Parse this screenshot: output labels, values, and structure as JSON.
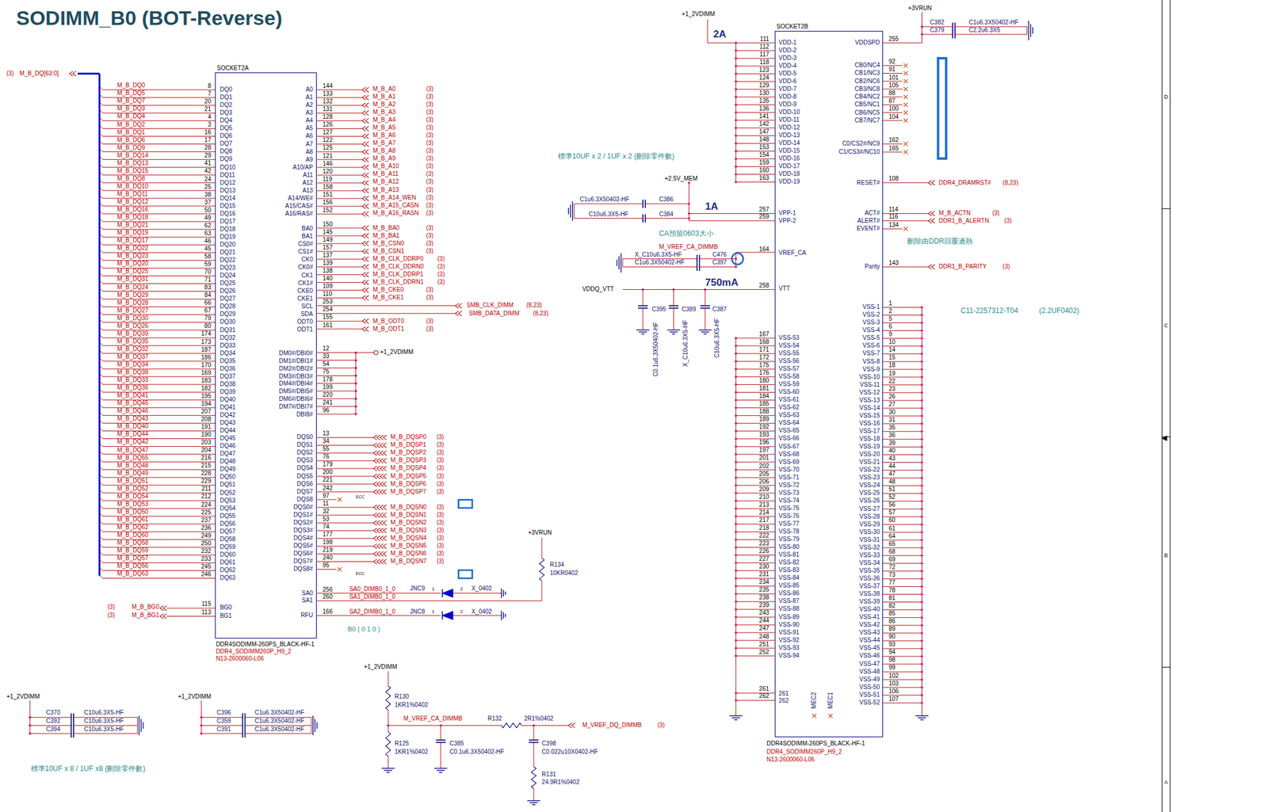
{
  "diagram": {
    "title": "SODIMM_B0 (BOT-Reverse)",
    "nodes": [
      {
        "text": [
          "SOCKET2A"
        ]
      },
      {
        "text": [
          "SOCKET2B"
        ]
      }
    ],
    "labels": [
      "(3)",
      "M_B_DQ[63:0]",
      "M_B_DQ0",
      "M_B_DQ5",
      "M_B_DQ7",
      "M_B_DQ3",
      "M_B_DQ4",
      "M_B_DQ2",
      "M_B_DQ1",
      "M_B_DQ6",
      "M_B_DQ9",
      "M_B_DQ14",
      "M_B_DQ13",
      "M_B_DQ15",
      "M_B_DQ8",
      "M_B_DQ10",
      "M_B_DQ11",
      "M_B_DQ12",
      "M_B_DQ16",
      "M_B_DQ18",
      "M_B_DQ21",
      "M_B_DQ19",
      "M_B_DQ17",
      "M_B_DQ22",
      "M_B_DQ23",
      "M_B_DQ20",
      "M_B_DQ25",
      "M_B_DQ31",
      "M_B_DQ24",
      "M_B_DQ29",
      "M_B_DQ28",
      "M_B_DQ27",
      "M_B_DQ30",
      "M_B_DQ26",
      "M_B_DQ39",
      "M_B_DQ35",
      "M_B_DQ32",
      "M_B_DQ37",
      "M_B_DQ34",
      "M_B_DQ38",
      "M_B_DQ33",
      "M_B_DQ36",
      "M_B_DQ41",
      "M_B_DQ45",
      "M_B_DQ46",
      "M_B_DQ43",
      "M_B_DQ40",
      "M_B_DQ44",
      "M_B_DQ42",
      "M_B_DQ47",
      "M_B_DQ55",
      "M_B_DQ48",
      "M_B_DQ49",
      "M_B_DQ51",
      "M_B_DQ52",
      "M_B_DQ54",
      "M_B_DQ53",
      "M_B_DQ50",
      "M_B_DQ61",
      "M_B_DQ62",
      "M_B_DQ60",
      "M_B_DQ58",
      "M_B_DQ59",
      "M_B_DQ57",
      "M_B_DQ56",
      "M_B_DQ63",
      "8",
      "7",
      "20",
      "21",
      "4",
      "3",
      "16",
      "17",
      "28",
      "29",
      "41",
      "42",
      "24",
      "25",
      "38",
      "37",
      "50",
      "49",
      "62",
      "63",
      "46",
      "45",
      "58",
      "59",
      "70",
      "71",
      "83",
      "84",
      "66",
      "67",
      "79",
      "80",
      "174",
      "173",
      "187",
      "186",
      "170",
      "169",
      "183",
      "182",
      "195",
      "194",
      "207",
      "208",
      "191",
      "190",
      "203",
      "204",
      "216",
      "215",
      "228",
      "229",
      "211",
      "212",
      "224",
      "225",
      "237",
      "236",
      "249",
      "250",
      "232",
      "233",
      "245",
      "246",
      "DQ0",
      "DQ1",
      "DQ2",
      "DQ3",
      "DQ4",
      "DQ5",
      "DQ6",
      "DQ7",
      "DQ8",
      "DQ9",
      "DQ10",
      "DQ11",
      "DQ12",
      "DQ13",
      "DQ14",
      "DQ15",
      "DQ16",
      "DQ17",
      "DQ18",
      "DQ19",
      "DQ20",
      "DQ21",
      "DQ22",
      "DQ23",
      "DQ24",
      "DQ25",
      "DQ26",
      "DQ27",
      "DQ28",
      "DQ29",
      "DQ30",
      "DQ31",
      "DQ32",
      "DQ33",
      "DQ34",
      "DQ35",
      "DQ36",
      "DQ37",
      "DQ38",
      "DQ39",
      "DQ40",
      "DQ41",
      "DQ42",
      "DQ43",
      "DQ44",
      "DQ45",
      "DQ46",
      "DQ47",
      "DQ48",
      "DQ49",
      "DQ50",
      "DQ51",
      "DQ52",
      "DQ53",
      "DQ54",
      "DQ55",
      "DQ56",
      "DQ57",
      "DQ58",
      "DQ59",
      "DQ60",
      "DQ61",
      "DQ62",
      "DQ63",
      "A0",
      "A1",
      "A2",
      "A3",
      "A4",
      "A5",
      "A6",
      "A7",
      "A8",
      "A9",
      "A10/AP",
      "A11",
      "A12",
      "A13",
      "A14/WE#",
      "A15/CAS#",
      "A16/RAS#",
      "144",
      "133",
      "132",
      "131",
      "128",
      "126",
      "127",
      "122",
      "125",
      "121",
      "146",
      "120",
      "119",
      "158",
      "151",
      "156",
      "152",
      "M_B_A0",
      "M_B_A1",
      "M_B_A2",
      "M_B_A3",
      "M_B_A4",
      "M_B_A5",
      "M_B_A6",
      "M_B_A7",
      "M_B_A8",
      "M_B_A9",
      "M_B_A10",
      "M_B_A11",
      "M_B_A12",
      "M_B_A13",
      "M_B_A14_WEN",
      "M_B_A15_CASN",
      "M_B_A16_RASN",
      "(3)",
      "(3)",
      "(3)",
      "(3)",
      "(3)",
      "(3)",
      "(3)",
      "(3)",
      "(3)",
      "(3)",
      "(3)",
      "(3)",
      "(3)",
      "(3)",
      "(3)",
      "(3)",
      "(3)",
      "BA0",
      "BA1",
      "CS0#",
      "CS1#",
      "CK0",
      "CK0#",
      "CK1",
      "CK1#",
      "CKE0",
      "CKE1",
      "SCL",
      "SDA",
      "ODT0",
      "ODT1",
      "150",
      "145",
      "149",
      "157",
      "137",
      "139",
      "138",
      "140",
      "109",
      "110",
      "253",
      "254",
      "155",
      "161",
      "M_B_BA0",
      "M_B_BA1",
      "M_B_CSN0",
      "M_B_CSN1",
      "M_B_CLK_DDRP0",
      "M_B_CLK_DDRN0",
      "M_B_CLK_DDRP1",
      "M_B_CLK_DDRN1",
      "M_B_CKE0",
      "M_B_CKE1",
      "(3)",
      "(3)",
      "(3)",
      "(3)",
      "(3)",
      "(3)",
      "(3)",
      "(3)",
      "(3)",
      "(3)",
      "SMB_CLK_DIMM",
      "(8,23)",
      "SMB_DATA_DIMM",
      "(8,23)",
      "M_B_ODT0",
      "M_B_ODT1",
      "(3)",
      "(3)",
      "DM0#/DBI0#",
      "DM1#/DBI1#",
      "DM2#/DBI2#",
      "DM3#/DBI3#",
      "DM4#/DBI4#",
      "DM5#/DBI5#",
      "DM6#/DBI6#",
      "DM7#/DBI7#",
      "DBI8#",
      "12",
      "33",
      "54",
      "75",
      "178",
      "199",
      "220",
      "241",
      "96",
      "+1_2VDIMM",
      "DQS0",
      "DQS1",
      "DQS2",
      "DQS3",
      "DQS4",
      "DQS5",
      "DQS6",
      "DQS7",
      "DQS8",
      "DQS0#",
      "DQS1#",
      "DQS2#",
      "DQS3#",
      "DQS4#",
      "DQS5#",
      "DQS6#",
      "DQS7#",
      "DQS8#",
      "13",
      "34",
      "55",
      "76",
      "179",
      "200",
      "221",
      "242",
      "97",
      "11",
      "32",
      "53",
      "74",
      "177",
      "198",
      "219",
      "240",
      "95",
      "M_B_DQSP0",
      "M_B_DQSP1",
      "M_B_DQSP2",
      "M_B_DQSP3",
      "M_B_DQSP4",
      "M_B_DQSP5",
      "M_B_DQSP6",
      "M_B_DQSP7",
      "(3)",
      "(3)",
      "(3)",
      "(3)",
      "(3)",
      "(3)",
      "(3)",
      "(3)",
      "ECC",
      "M_B_DQSN0",
      "M_B_DQSN1",
      "M_B_DQSN2",
      "M_B_DQSN3",
      "M_B_DQSN4",
      "M_B_DQSN5",
      "M_B_DQSN6",
      "M_B_DQSN7",
      "(3)",
      "(3)",
      "(3)",
      "(3)",
      "(3)",
      "(3)",
      "(3)",
      "(3)",
      "ECC",
      "SA0",
      "SA1",
      "RFU",
      "256",
      "260",
      "166",
      "SA0_DIMB0_1_0",
      "SA1_DIMB0_1_0",
      "SA2_DIMB0_1_0",
      "JNC9",
      "1",
      "2",
      "X_0402",
      "JNC8",
      "1",
      "2",
      "X_0402",
      "+3VRUN",
      "R134",
      "10KR0402",
      "B0 ( 0 1 0 )",
      "(3)",
      "M_B_BG0",
      "(3)",
      "M_B_BG1",
      "115",
      "113",
      "BG0",
      "BG1",
      "DDR4SODIMM-260PS_BLACK-HF-1",
      "DDR4_SODIMM260P_H9_2",
      "N13-2600060-L06",
      "+1_2VDIMM",
      "C370",
      "C392",
      "C394",
      "C10u6.3X5-HF",
      "C10u6.3X5-HF",
      "C10u6.3X5-HF",
      "+1_2VDIMM",
      "C396",
      "C359",
      "C391",
      "C1u6.3X50402-HF",
      "C1u6.3X50402-HF",
      "C1u6.3X50402-HF",
      "標準10UF x 8 / 1UF x8 (刪除零件數)",
      "+1_2VDIMM",
      "R130",
      "1KR1%0402",
      "M_VREF_CA_DIMMB",
      "R132",
      "2R1%0402",
      "M_VREF_DQ_DIMMB",
      "(3)",
      "R125",
      "1KR1%0402",
      "C385",
      "C0.1u6.3X50402-HF",
      "C398",
      "C0.022u10X0402-HF",
      "R131",
      "24.9R1%0402",
      "+1_2VDIMM",
      "2A",
      "VDD-1",
      "VDD-2",
      "VDD-3",
      "VDD-4",
      "VDD-5",
      "VDD-6",
      "VDD-7",
      "VDD-8",
      "VDD-9",
      "VDD-10",
      "VDD-11",
      "VDD-12",
      "VDD-13",
      "VDD-14",
      "VDD-15",
      "VDD-16",
      "VDD-17",
      "VDD-18",
      "VDD-19",
      "111",
      "112",
      "117",
      "118",
      "123",
      "124",
      "129",
      "130",
      "135",
      "136",
      "141",
      "142",
      "147",
      "148",
      "153",
      "154",
      "159",
      "160",
      "163",
      "VDDSPD",
      "255",
      "+3VRUN",
      "C382",
      "C379",
      "C1u6.3X50402-HF",
      "C2.2u6.3X5",
      "CB0/NC4",
      "CB1/NC3",
      "CB2/NC6",
      "CB3/NC8",
      "CB4/NC2",
      "CB5/NC1",
      "CB6/NC5",
      "CB7/NC7",
      "92",
      "91",
      "101",
      "105",
      "88",
      "87",
      "100",
      "104",
      "C0/CS2#/NC9",
      "C1/CS3#/NC10",
      "162",
      "165",
      "RESET#",
      "108",
      "DDR4_DRAMRST#",
      "(8,23)",
      "標準10UF x 2 / 1UF x 2 (刪除零件數)",
      "+2.5V_MEM",
      "C1u6.3X50402-HF",
      "C386",
      "C10u6.3X5-HF",
      "C384",
      "1A",
      "VPP-1",
      "VPP-2",
      "257",
      "259",
      "CA預留0603大小",
      "ACT#",
      "ALERT#",
      "EVENT#",
      "114",
      "116",
      "134",
      "M_B_ACTN",
      "(3)",
      "DDR1_B_ALERTN",
      "(3)",
      "刪除由DDR回覆過熱",
      "M_VREF_CA_DIMMB",
      "X_C10u6.3X5-HF",
      "C476",
      "C1u6.3X50402-HF",
      "C397",
      "VREF_CA",
      "164",
      "Parity",
      "143",
      "DDR1_B_PARITY",
      "(3)",
      "VDDQ_VTT",
      "750mA",
      "VTT",
      "258",
      "C395",
      "C389",
      "C387",
      "C0.1u6.3X50402-HF",
      "X_C10u6.3X5-HF",
      "C10u6.3X5-HF",
      "VSS-53",
      "VSS-54",
      "VSS-55",
      "VSS-56",
      "VSS-57",
      "VSS-58",
      "VSS-59",
      "VSS-60",
      "VSS-61",
      "VSS-62",
      "VSS-63",
      "VSS-64",
      "VSS-65",
      "VSS-66",
      "VSS-67",
      "VSS-68",
      "VSS-69",
      "VSS-70",
      "VSS-71",
      "VSS-72",
      "VSS-73",
      "VSS-74",
      "VSS-75",
      "VSS-76",
      "VSS-77",
      "VSS-78",
      "VSS-79",
      "VSS-80",
      "VSS-81",
      "VSS-82",
      "VSS-83",
      "VSS-84",
      "VSS-85",
      "VSS-86",
      "VSS-87",
      "VSS-88",
      "VSS-89",
      "VSS-90",
      "VSS-91",
      "VSS-92",
      "VSS-93",
      "VSS-94",
      "167",
      "168",
      "171",
      "172",
      "175",
      "176",
      "180",
      "181",
      "184",
      "185",
      "188",
      "189",
      "192",
      "193",
      "196",
      "197",
      "201",
      "202",
      "205",
      "206",
      "209",
      "210",
      "213",
      "214",
      "217",
      "218",
      "222",
      "223",
      "226",
      "227",
      "230",
      "231",
      "234",
      "235",
      "238",
      "239",
      "243",
      "244",
      "247",
      "248",
      "251",
      "252",
      "261",
      "262",
      "261",
      "262",
      "MEC2",
      "MEC1",
      "VSS-1",
      "VSS-2",
      "VSS-3",
      "VSS-4",
      "VSS-5",
      "VSS-6",
      "VSS-7",
      "VSS-8",
      "VSS-9",
      "VSS-10",
      "VSS-11",
      "VSS-12",
      "VSS-13",
      "VSS-14",
      "VSS-15",
      "VSS-16",
      "VSS-17",
      "VSS-18",
      "VSS-19",
      "VSS-20",
      "VSS-21",
      "VSS-22",
      "VSS-23",
      "VSS-24",
      "VSS-25",
      "VSS-26",
      "VSS-27",
      "VSS-28",
      "VSS-29",
      "VSS-30",
      "VSS-31",
      "VSS-32",
      "VSS-33",
      "VSS-34",
      "VSS-35",
      "VSS-36",
      "VSS-37",
      "VSS-38",
      "VSS-39",
      "VSS-40",
      "VSS-41",
      "VSS-42",
      "VSS-43",
      "VSS-44",
      "VSS-45",
      "VSS-46",
      "VSS-47",
      "VSS-48",
      "VSS-49",
      "VSS-50",
      "VSS-51",
      "VSS-52",
      "1",
      "2",
      "5",
      "6",
      "9",
      "10",
      "14",
      "15",
      "18",
      "19",
      "22",
      "23",
      "26",
      "27",
      "30",
      "31",
      "35",
      "36",
      "39",
      "40",
      "43",
      "44",
      "47",
      "48",
      "51",
      "52",
      "56",
      "57",
      "60",
      "61",
      "64",
      "65",
      "68",
      "69",
      "72",
      "73",
      "77",
      "78",
      "81",
      "82",
      "85",
      "86",
      "89",
      "90",
      "93",
      "94",
      "98",
      "99",
      "102",
      "103",
      "106",
      "107",
      "C11-2257312-T04",
      "(2.2UF0402)",
      "DDR4SODIMM-260PS_BLACK-HF-1",
      "DDR4_SODIMM260P_H9_2",
      "N13-2600060-L06",
      "D",
      "C",
      "B",
      "A"
    ]
  }
}
